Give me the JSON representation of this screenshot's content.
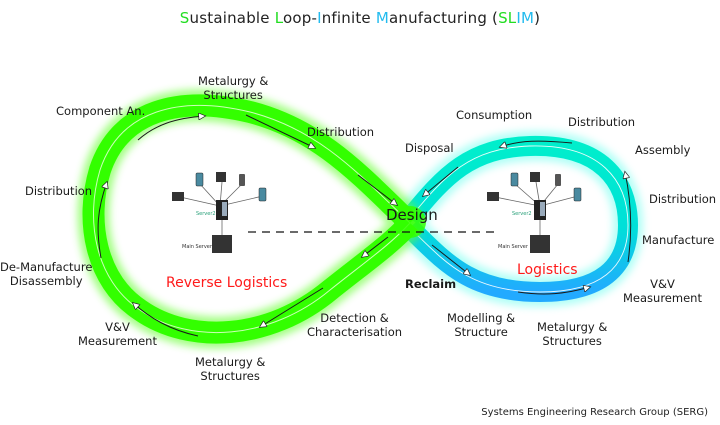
{
  "title": {
    "parts": [
      {
        "text": "S",
        "color": "#22dd22"
      },
      {
        "text": "ustainable ",
        "color": "#222222"
      },
      {
        "text": "L",
        "color": "#22dd22"
      },
      {
        "text": "oop-",
        "color": "#222222"
      },
      {
        "text": "I",
        "color": "#22bbee"
      },
      {
        "text": "nfinite ",
        "color": "#222222"
      },
      {
        "text": "M",
        "color": "#22bbee"
      },
      {
        "text": "anufacturing (",
        "color": "#222222"
      },
      {
        "text": "SL",
        "color": "#22dd22"
      },
      {
        "text": "IM",
        "color": "#22bbee"
      },
      {
        "text": ")",
        "color": "#222222"
      }
    ]
  },
  "colors": {
    "left_loop": "#33ff00",
    "right_loop": "#00ddcc",
    "right_loop_inner": "#22aaff",
    "highlight_text": "#ff1a1a"
  },
  "center_label": "Design",
  "left_loop": {
    "name": "Reverse Logistics",
    "labels": {
      "metalurgy_top": "Metalurgy &\nStructures",
      "component": "Component An.",
      "distribution_top": "Distribution",
      "distribution_left": "Distribution",
      "demanufacture": "De-Manufacture\nDisassembly",
      "vv": "V&V\nMeasurement",
      "metalurgy_bottom": "Metalurgy &\nStructures",
      "detection": "Detection &\nCharacterisation"
    }
  },
  "right_loop": {
    "name": "Logistics",
    "labels": {
      "consumption": "Consumption",
      "distribution_top": "Distribution",
      "disposal": "Disposal",
      "assembly": "Assembly",
      "distribution_right": "Distribution",
      "manufacture": "Manufacture",
      "vv": "V&V\nMeasurement",
      "reclaim": "Reclaim",
      "modelling": "Modelling &\nStructure",
      "metalurgy": "Metalurgy &\nStructures"
    }
  },
  "network": {
    "server_label": "Server2",
    "main_server_label": "Main Server"
  },
  "footer": "Systems Engineering Research Group (SERG)"
}
